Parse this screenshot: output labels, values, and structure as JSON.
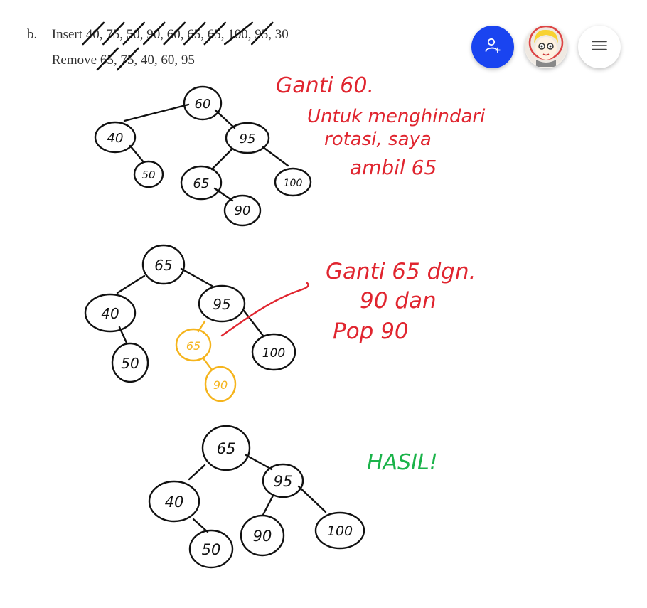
{
  "problem": {
    "label": "b.",
    "insert_prefix": "Insert",
    "insert_values": [
      "40",
      "75",
      "50",
      "90",
      "60",
      "65",
      "65",
      "100",
      "95",
      "30"
    ],
    "insert_crossed": [
      true,
      true,
      true,
      true,
      true,
      true,
      true,
      true,
      true,
      false
    ],
    "remove_prefix": "Remove",
    "remove_values": [
      "65",
      "75",
      "40",
      "60",
      "95"
    ],
    "remove_crossed": [
      true,
      true,
      false,
      false,
      false
    ]
  },
  "notes": {
    "note1": [
      "Ganti 60.",
      "Untuk menghindari",
      "rotasi, saya",
      "ambil 65"
    ],
    "note2": [
      "Ganti 65 dgn.",
      "90 dan",
      "Pop 90"
    ],
    "note3": "HASIL!"
  },
  "trees": {
    "tree1": [
      "60",
      "40",
      "95",
      "50",
      "65",
      "100",
      "90"
    ],
    "tree2": [
      "65",
      "40",
      "95",
      "50",
      "65",
      "100",
      "90"
    ],
    "tree3": [
      "65",
      "40",
      "95",
      "50",
      "90",
      "100"
    ]
  },
  "colors": {
    "ink": "#111111",
    "red": "#e0252f",
    "yellow": "#f5b41c",
    "green": "#1bb34a",
    "accent": "#1a44f0"
  },
  "toolbar": {
    "share_icon": "add-person-icon",
    "avatar_icon": "avatar-icon",
    "menu_icon": "menu-icon"
  }
}
